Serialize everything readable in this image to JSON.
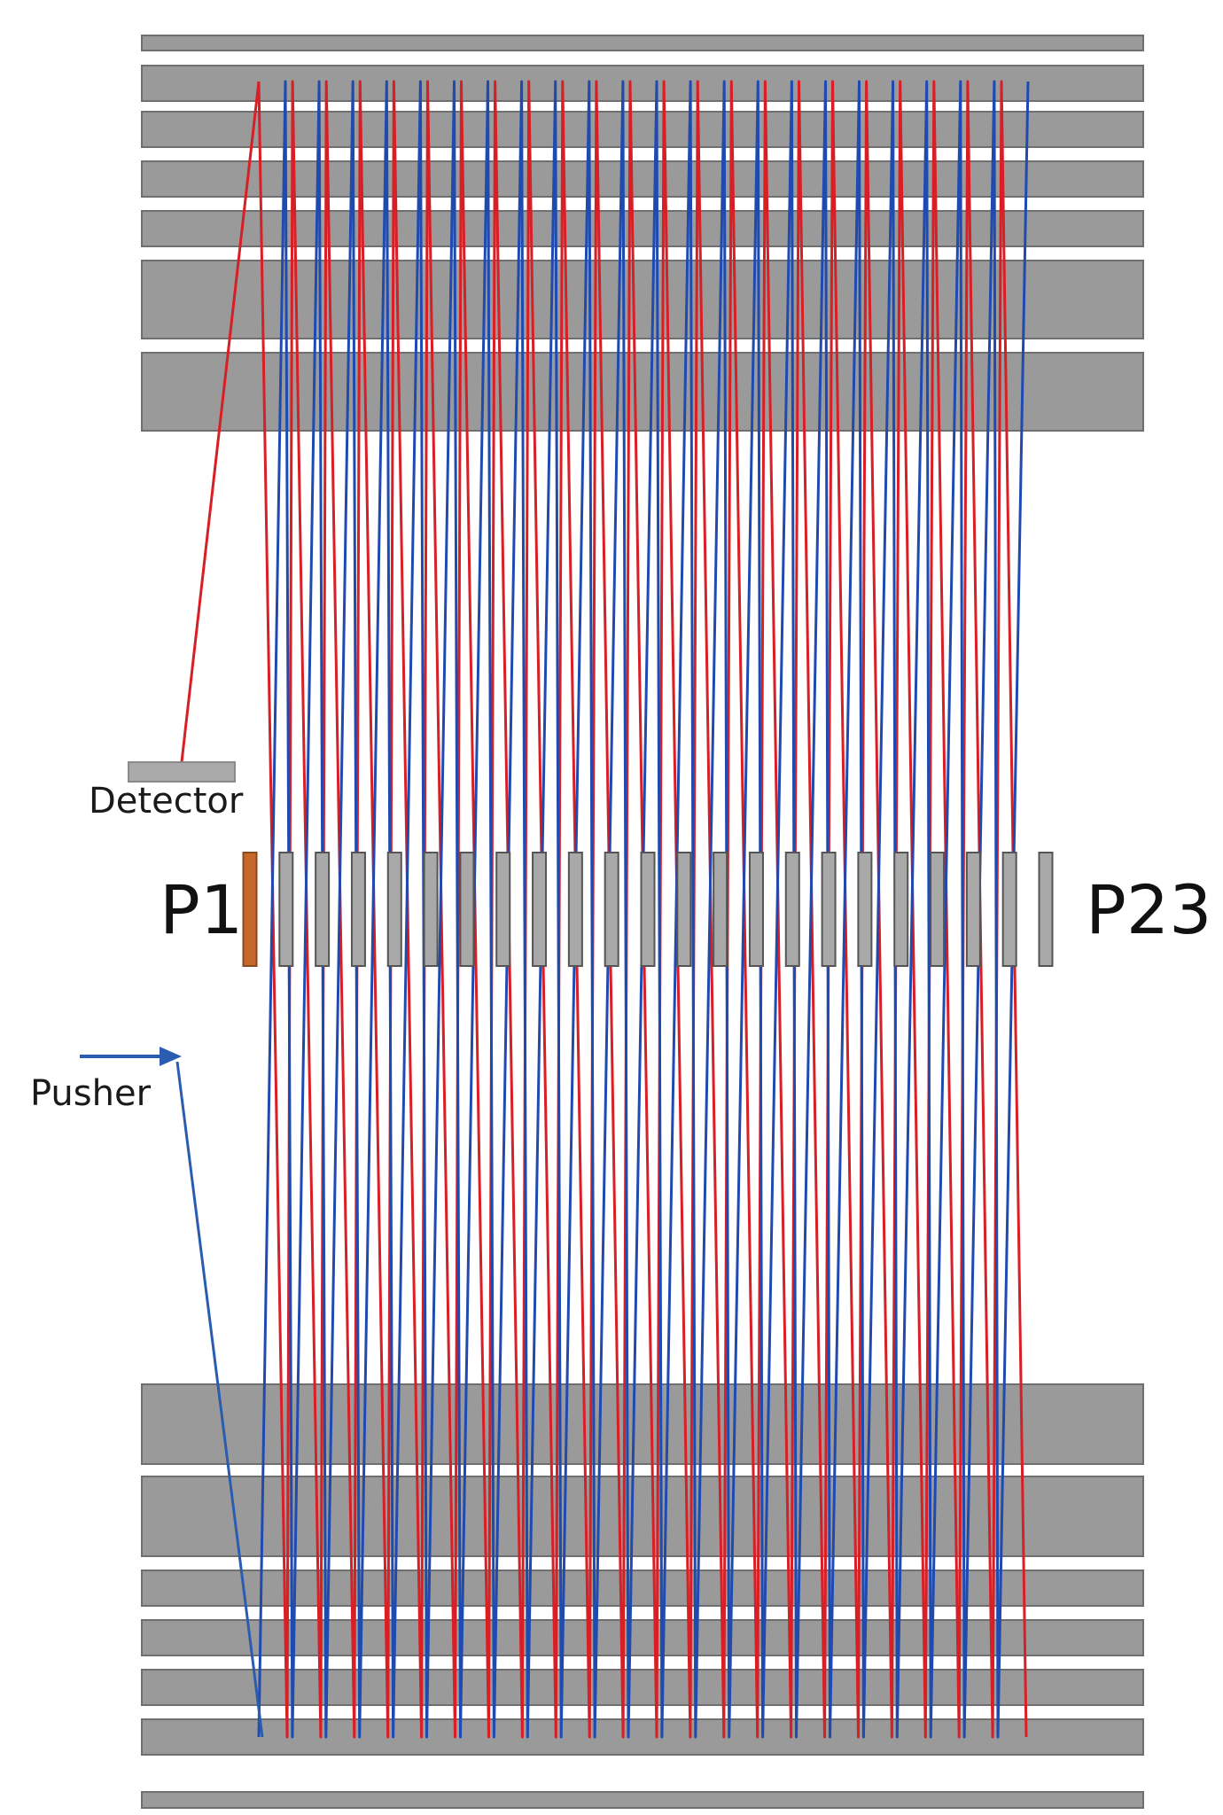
{
  "labels": {
    "detector": "Detector",
    "pusher": "Pusher",
    "plate_first": "P1",
    "plate_last": "P23"
  },
  "colors": {
    "electrode_fill": "#9a9a9a",
    "electrode_stroke": "#6f6f6f",
    "trajectory_red": "#d81f26",
    "trajectory_blue": "#1f4bb0",
    "first_plate": "#c8672a",
    "plate": "#a9a9a9",
    "pusher_arrow": "#2a5db0",
    "detector": "#aaaaaa"
  },
  "plate_count": 23,
  "trajectory_turn_count": 23
}
